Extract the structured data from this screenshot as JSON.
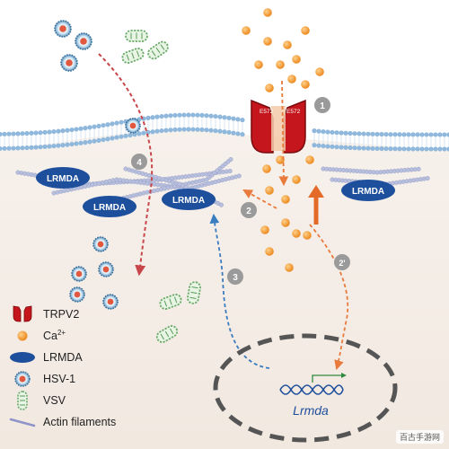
{
  "diagram": {
    "lrmda_labels": [
      "LRMDA",
      "LRMDA",
      "LRMDA",
      "LRMDA"
    ],
    "channel_labels": [
      "E572",
      "E572"
    ],
    "step_labels": [
      "1",
      "2",
      "2'",
      "3",
      "4"
    ],
    "gene_label": "Lrmda"
  },
  "legend": {
    "items": [
      {
        "icon": "trpv2-icon",
        "label": "TRPV2"
      },
      {
        "icon": "calcium-icon",
        "label": "Ca",
        "sup": "2+"
      },
      {
        "icon": "lrmda-icon",
        "label": "LRMDA"
      },
      {
        "icon": "hsv1-icon",
        "label": "HSV-1"
      },
      {
        "icon": "vsv-icon",
        "label": "VSV"
      },
      {
        "icon": "actin-filaments-icon",
        "label": "Actin filaments"
      }
    ]
  },
  "watermark": "百古手游网",
  "colors": {
    "membrane_blue": "#8fb8dc",
    "cytoplasm": "#f5efe9",
    "lrmda": "#1e4f9c",
    "channel_red": "#c4161c",
    "calcium_orange": "#f2962b",
    "actin_purple": "#a9b4d8",
    "arrow_red": "#c8464a",
    "arrow_blue": "#3a7cc0",
    "arrow_orange": "#e87a3c",
    "nucleus_gray": "#555555",
    "step_gray": "#9a9a9a"
  }
}
